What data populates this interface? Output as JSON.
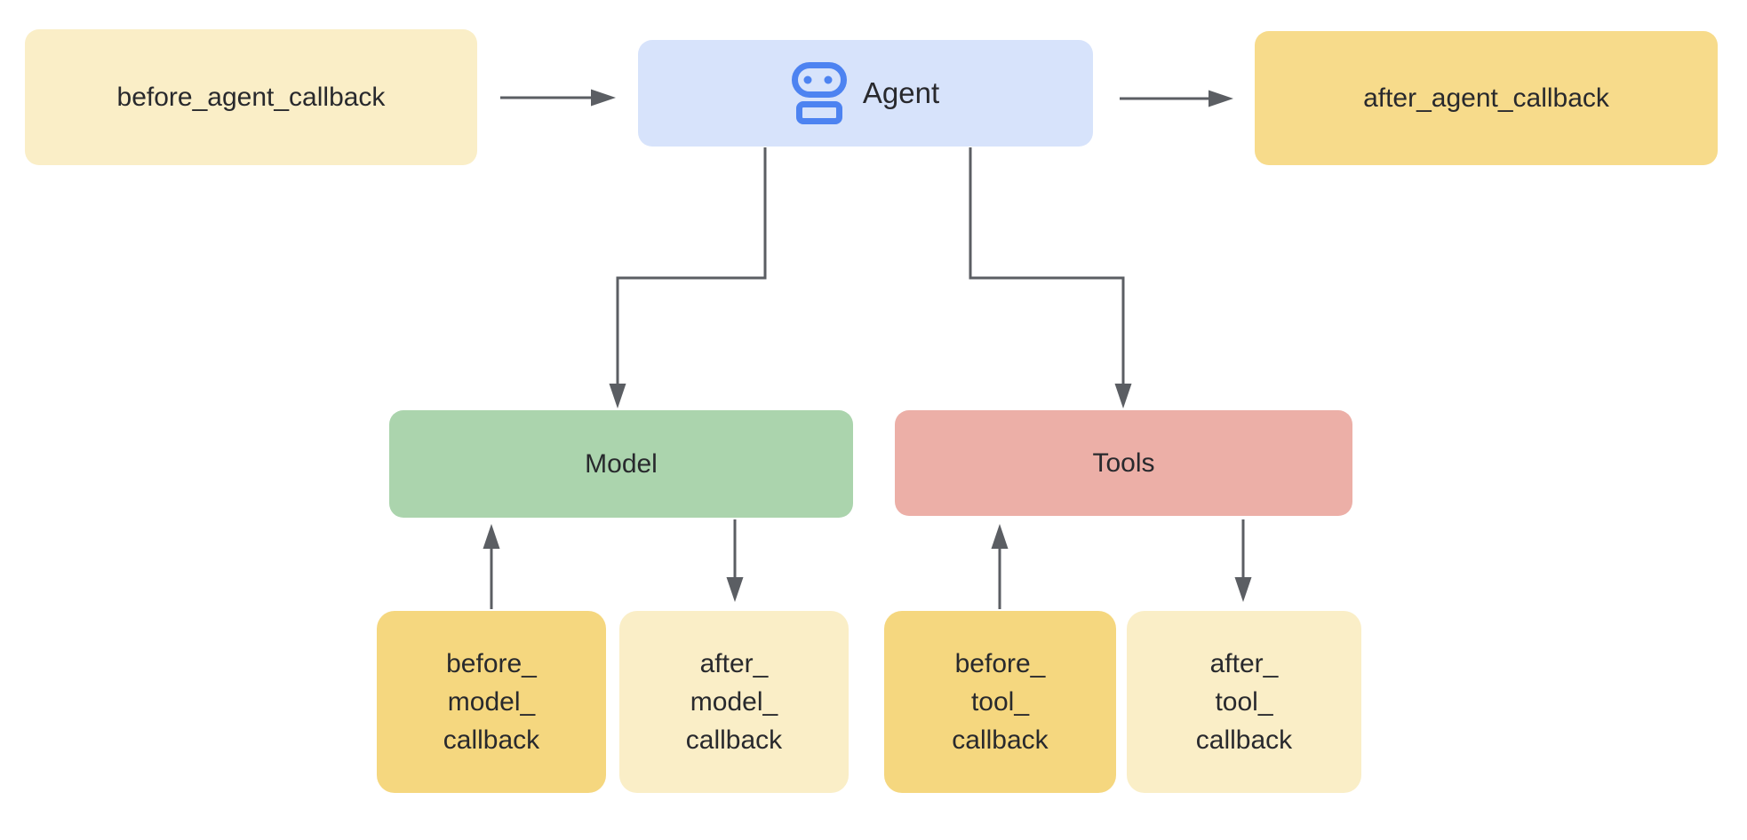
{
  "colors": {
    "edge": "#5b5e63",
    "text": "#28292d",
    "background": "#ffffff"
  },
  "nodes": {
    "before_agent": {
      "label": "before_agent_callback",
      "fill": "#faeec7"
    },
    "agent": {
      "label": "Agent",
      "fill": "#d7e3fb",
      "icon": "robot-icon",
      "icon_color": "#4d83f1"
    },
    "after_agent": {
      "label": "after_agent_callback",
      "fill": "#f7db8b"
    },
    "model": {
      "label": "Model",
      "fill": "#abd4ad"
    },
    "tools": {
      "label": "Tools",
      "fill": "#ecafa7"
    },
    "before_model": {
      "lines": [
        "before_",
        "model_",
        "callback"
      ],
      "fill": "#f5d77f"
    },
    "after_model": {
      "lines": [
        "after_",
        "model_",
        "callback"
      ],
      "fill": "#faeec7"
    },
    "before_tool": {
      "lines": [
        "before_",
        "tool_",
        "callback"
      ],
      "fill": "#f5d77f"
    },
    "after_tool": {
      "lines": [
        "after_",
        "tool_",
        "callback"
      ],
      "fill": "#faeec7"
    }
  },
  "edges": [
    {
      "from": "before_agent_callback",
      "to": "Agent"
    },
    {
      "from": "Agent",
      "to": "after_agent_callback"
    },
    {
      "from": "Agent",
      "to": "Model"
    },
    {
      "from": "Agent",
      "to": "Tools"
    },
    {
      "from": "before_model_callback",
      "to": "Model"
    },
    {
      "from": "Model",
      "to": "after_model_callback"
    },
    {
      "from": "before_tool_callback",
      "to": "Tools"
    },
    {
      "from": "Tools",
      "to": "after_tool_callback"
    }
  ]
}
